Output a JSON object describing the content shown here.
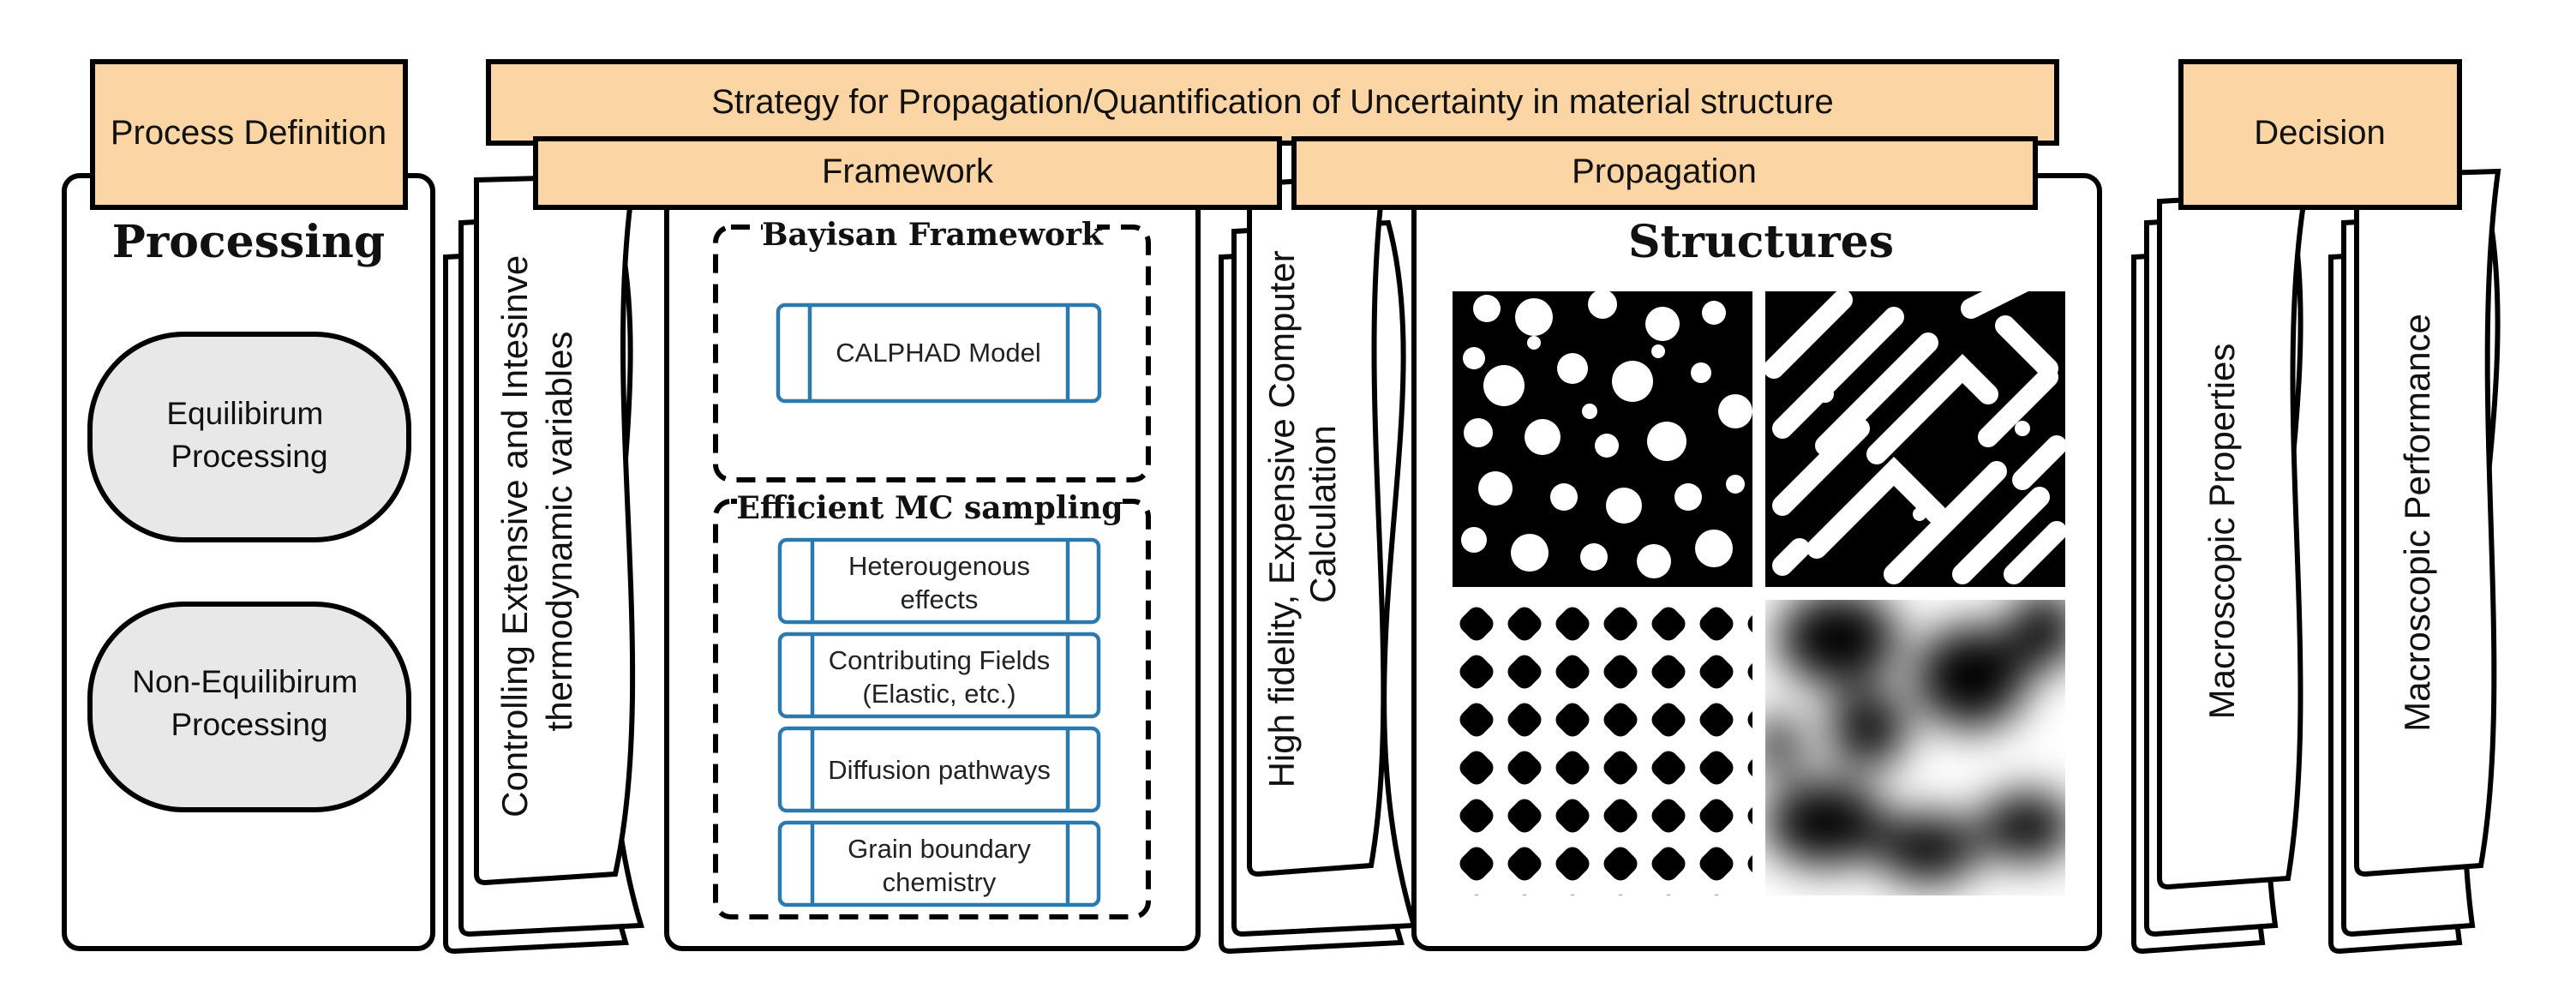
{
  "headers": {
    "process_definition": "Process Definition",
    "strategy": "Strategy for Propagation/Quantification of Uncertainty in material structure",
    "framework": "Framework",
    "propagation": "Propagation",
    "decision": "Decision"
  },
  "processing": {
    "title": "Processing",
    "equilibrium": [
      "Equilibirum",
      "Processing"
    ],
    "non_equilibrium": [
      "Non-Equilibirum",
      "Processing"
    ]
  },
  "controlling": [
    "Controlling Extensive and Intesinve",
    "thermodynamic variables"
  ],
  "framework": {
    "bayesian_title": "Bayisan Framework",
    "calphad": "CALPHAD Model",
    "mc_title": "Efficient MC sampling",
    "items": [
      [
        "Heterougenous",
        "effects"
      ],
      [
        "Contributing Fields",
        "(Elastic, etc.)"
      ],
      [
        "Diffusion pathways"
      ],
      [
        "Grain boundary",
        "chemistry"
      ]
    ]
  },
  "high_fidelity": [
    "High fidelity, Expensive Computer",
    "Calculation"
  ],
  "structures": {
    "title": "Structures",
    "images": [
      "precipitate-spots",
      "labyrinth-stripes",
      "cuboid-lattice",
      "blurred-domains"
    ]
  },
  "macroscopic_properties": "Macroscopic Properties",
  "macroscopic_performance": "Macroscopic Performance"
}
